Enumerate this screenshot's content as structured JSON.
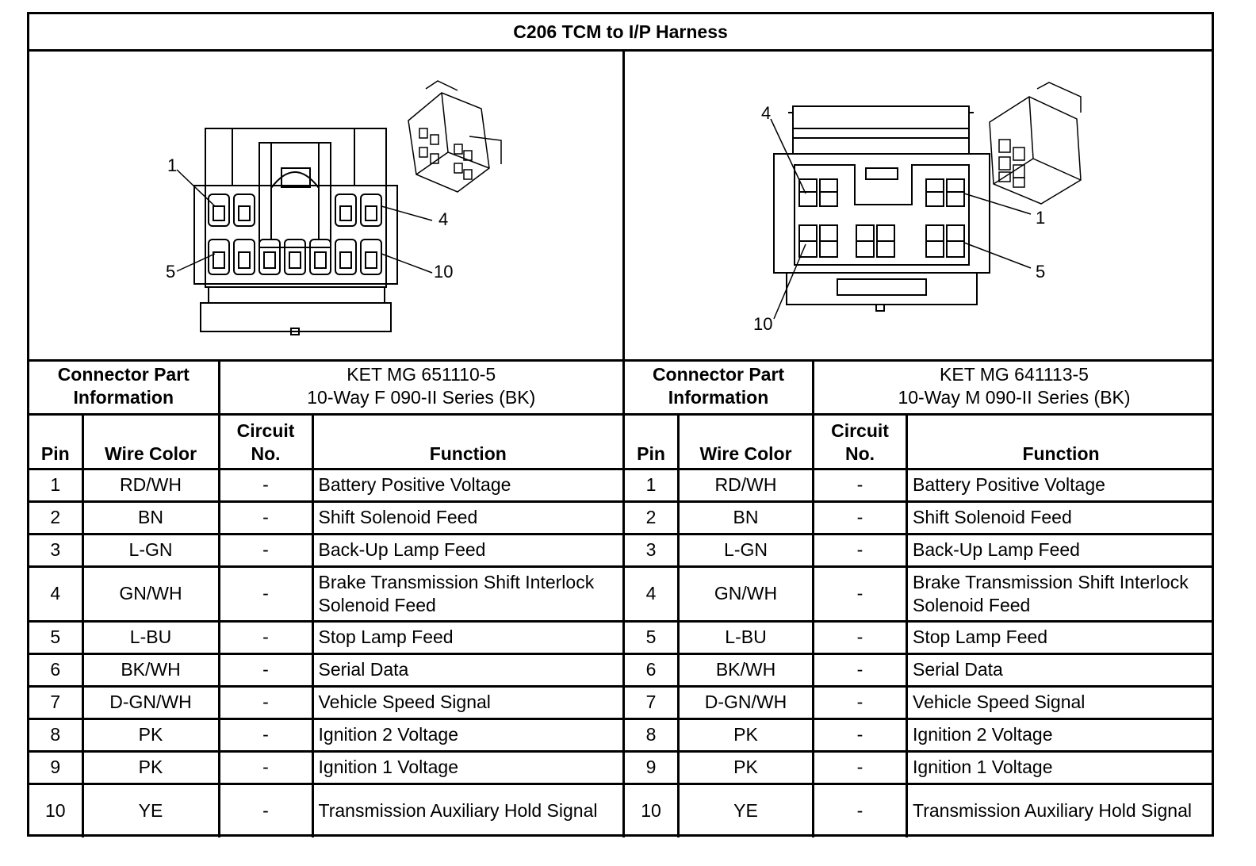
{
  "title": "C206 TCM to I/P Harness",
  "left_connector": {
    "pin_callouts": [
      "1",
      "4",
      "5",
      "10"
    ],
    "part_label": "Connector Part Information",
    "part_line1": "KET MG 651110-5",
    "part_line2": "10-Way F 090-II Series (BK)"
  },
  "right_connector": {
    "pin_callouts": [
      "4",
      "1",
      "5",
      "10"
    ],
    "part_label": "Connector Part Information",
    "part_line1": "KET MG 641113-5",
    "part_line2": "10-Way M 090-II Series (BK)"
  },
  "columns": {
    "pin": "Pin",
    "wire_color": "Wire Color",
    "circuit_line1": "Circuit",
    "circuit_line2": "No.",
    "function": "Function"
  },
  "rows": [
    {
      "pin": "1",
      "wire": "RD/WH",
      "circuit": "-",
      "func": "Battery Positive Voltage"
    },
    {
      "pin": "2",
      "wire": "BN",
      "circuit": "-",
      "func": "Shift Solenoid Feed"
    },
    {
      "pin": "3",
      "wire": "L-GN",
      "circuit": "-",
      "func": "Back-Up Lamp Feed"
    },
    {
      "pin": "4",
      "wire": "GN/WH",
      "circuit": "-",
      "func": "Brake Transmission Shift Interlock Solenoid Feed"
    },
    {
      "pin": "5",
      "wire": "L-BU",
      "circuit": "-",
      "func": "Stop Lamp Feed"
    },
    {
      "pin": "6",
      "wire": "BK/WH",
      "circuit": "-",
      "func": "Serial Data"
    },
    {
      "pin": "7",
      "wire": "D-GN/WH",
      "circuit": "-",
      "func": "Vehicle Speed Signal"
    },
    {
      "pin": "8",
      "wire": "PK",
      "circuit": "-",
      "func": "Ignition 2 Voltage"
    },
    {
      "pin": "9",
      "wire": "PK",
      "circuit": "-",
      "func": "Ignition 1 Voltage"
    },
    {
      "pin": "10",
      "wire": "YE",
      "circuit": "-",
      "func": "Transmission Auxiliary Hold Signal"
    }
  ]
}
